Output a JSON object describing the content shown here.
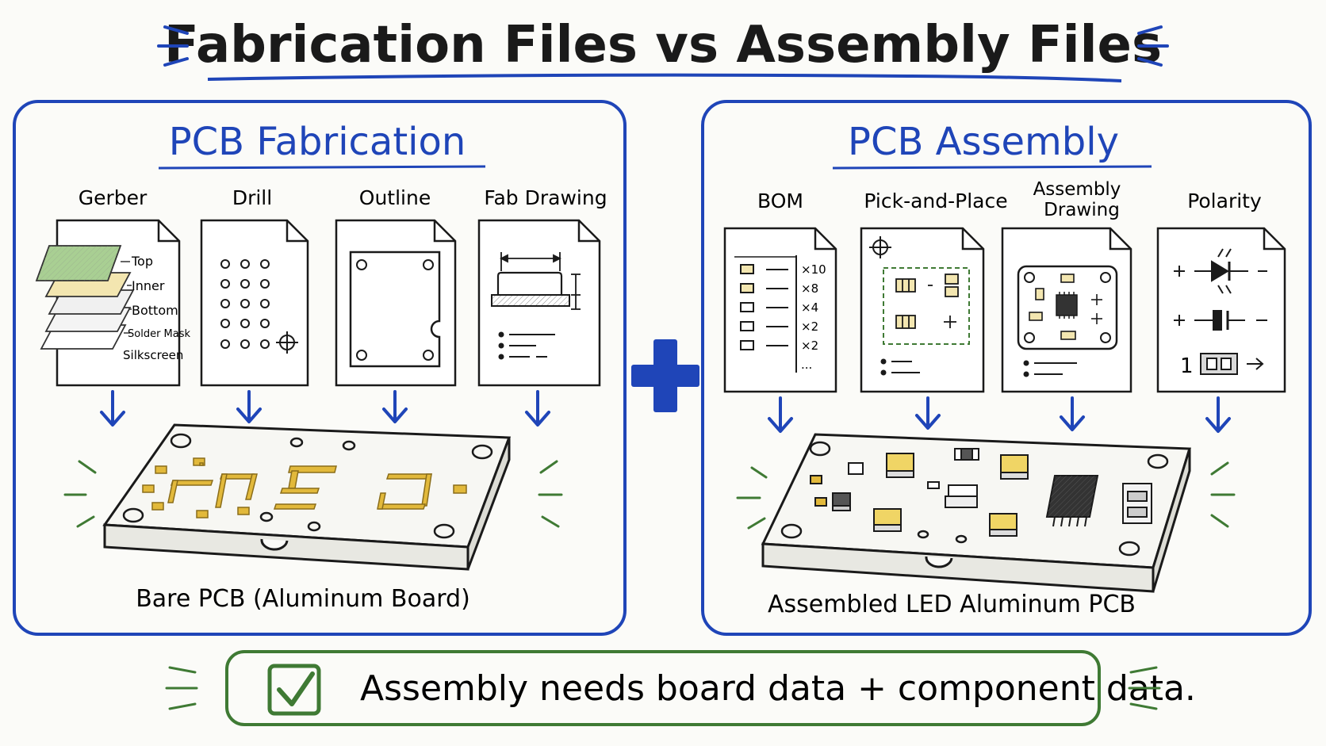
{
  "title": "Fabrication Files vs Assembly Files",
  "fabrication": {
    "heading": "PCB Fabrication",
    "files": [
      {
        "label": "Gerber"
      },
      {
        "label": "Drill"
      },
      {
        "label": "Outline"
      },
      {
        "label": "Fab Drawing"
      }
    ],
    "gerber_layers": [
      "Top",
      "Inner",
      "Bottom",
      "Solder Mask",
      "Silkscreen"
    ],
    "board_caption": "Bare PCB (Aluminum Board)"
  },
  "assembly": {
    "heading": "PCB Assembly",
    "files": [
      {
        "label": "BOM"
      },
      {
        "label": "Pick-and-Place"
      },
      {
        "label": "Assembly",
        "label2": "Drawing"
      },
      {
        "label": "Polarity"
      }
    ],
    "bom_quantities": [
      "×10",
      "×8",
      "×4",
      "×2",
      "×2",
      "..."
    ],
    "polarity_pin_label": "1",
    "board_caption": "Assembled LED Aluminum PCB"
  },
  "footer": {
    "message": "Assembly needs board data + component data."
  },
  "colors": {
    "blue": "#1f45b8",
    "green": "#3f7a34",
    "gold": "#e2b93b",
    "ink": "#1a1a1a"
  }
}
